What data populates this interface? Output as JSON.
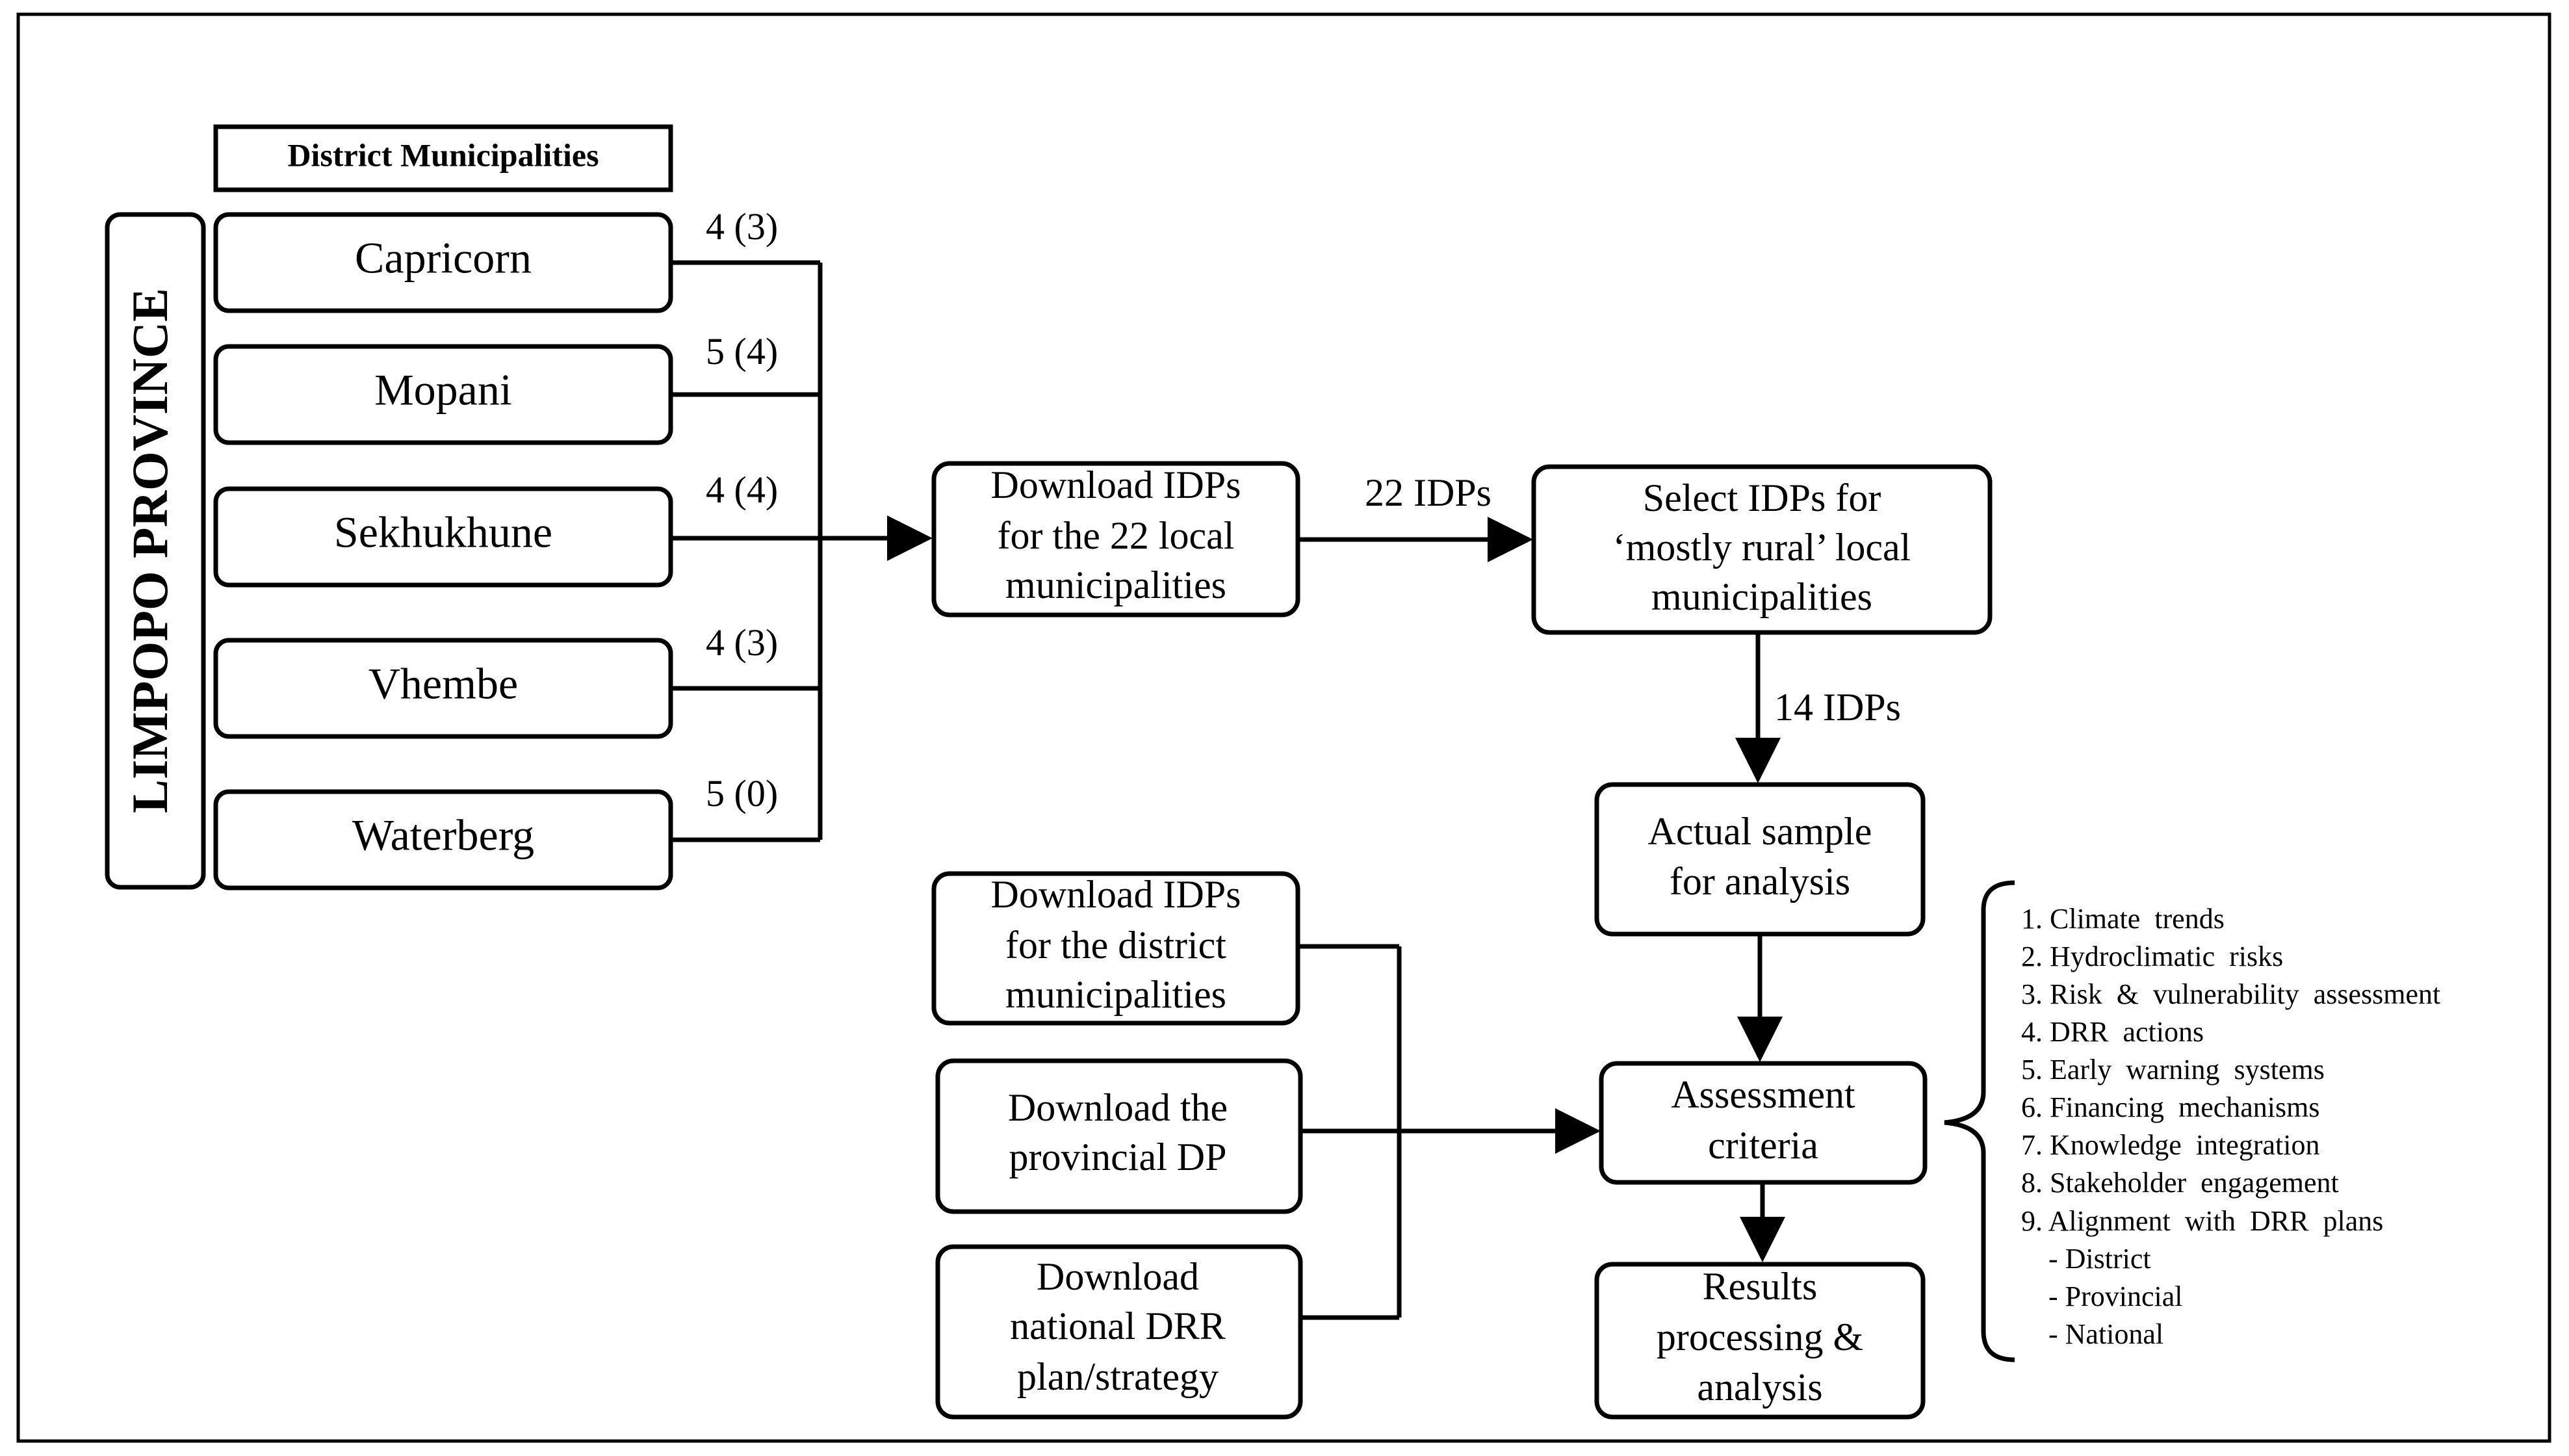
{
  "province_label": "LIMPOPO PROVINCE",
  "district_header": "District Municipalities",
  "districts": [
    {
      "name": "Capricorn",
      "count": "4 (3)"
    },
    {
      "name": "Mopani",
      "count": "5 (4)"
    },
    {
      "name": "Sekhukhune",
      "count": "4 (4)"
    },
    {
      "name": "Vhembe",
      "count": "4 (3)"
    },
    {
      "name": "Waterberg",
      "count": "5 (0)"
    }
  ],
  "boxes": {
    "download_local": [
      "Download IDPs",
      "for the 22 local",
      "municipalities"
    ],
    "select_rural": [
      "Select IDPs for",
      "‘mostly rural’ local",
      "municipalities"
    ],
    "actual_sample": [
      "Actual sample",
      "for analysis"
    ],
    "download_district": [
      "Download IDPs",
      "for the district",
      "municipalities"
    ],
    "download_provincial": [
      "Download the",
      "provincial DP"
    ],
    "download_national": [
      "Download",
      "national DRR",
      "plan/strategy"
    ],
    "assessment": [
      "Assessment",
      "criteria"
    ],
    "results": [
      "Results",
      "processing &",
      "analysis"
    ]
  },
  "edge_labels": {
    "local_to_select": "22 IDPs",
    "select_to_sample": "14 IDPs"
  },
  "criteria": [
    "1. Climate  trends",
    "2. Hydroclimatic  risks",
    "3. Risk  &  vulnerability  assessment",
    "4. DRR  actions",
    "5. Early  warning  systems",
    "6. Financing  mechanisms",
    "7. Knowledge  integration",
    "8. Stakeholder  engagement",
    "9. Alignment  with  DRR  plans",
    "- District",
    "- Provincial",
    "- National"
  ]
}
